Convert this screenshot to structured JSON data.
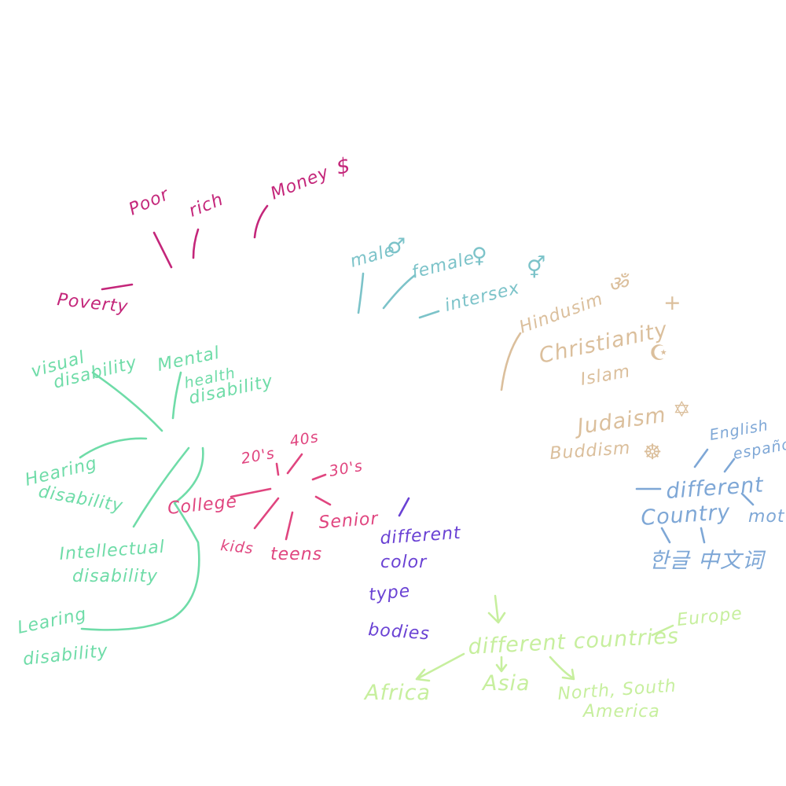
{
  "colors": {
    "money": "#c4267a",
    "disability": "#6fdca8",
    "age": "#e0457f",
    "gender": "#7cc3c9",
    "religion": "#dbbf9c",
    "language": "#7ea7d6",
    "body": "#6a42d4",
    "region": "#c7ef9e"
  },
  "money": {
    "poor": "Poor",
    "rich": "rich",
    "money": "Money",
    "money_symbol": "$",
    "poverty": "Poverty"
  },
  "disability": {
    "visual": [
      "visual",
      "disability"
    ],
    "mental": [
      "Mental",
      "health",
      "disability"
    ],
    "hearing": [
      "Hearing",
      "disability"
    ],
    "intellectual": [
      "Intellectual",
      "disability"
    ],
    "learning": [
      "Learing",
      "disability"
    ]
  },
  "age": {
    "s20": "20's",
    "s40": "40s",
    "s30": "30's",
    "college": "College",
    "kids": "kids",
    "teens": "teens",
    "senior": "Senior"
  },
  "gender": {
    "male": "male",
    "female": "female",
    "intersex": "intersex",
    "male_symbol": "♂",
    "female_symbol": "♀",
    "intersex_symbol": "⚥"
  },
  "religion": {
    "hinduism": "Hindusim",
    "christianity": "Christianity",
    "islam": "Islam",
    "judaism": "Judaism",
    "buddhism": "Buddism",
    "om_symbol": "ॐ",
    "cross_symbol": "+",
    "crescent_symbol": "☪",
    "star_symbol": "✡",
    "wheel_symbol": "☸"
  },
  "language": {
    "english": "English",
    "espanol": "español",
    "different": "different",
    "country": "Country",
    "mot": "mot",
    "korean": "한글",
    "chinese": "中文词"
  },
  "body": {
    "lines": [
      "different",
      "color",
      "type",
      "bodies"
    ]
  },
  "region": {
    "different_countries": "different countries",
    "europe": "Europe",
    "africa": "Africa",
    "asia": "Asia",
    "americas": [
      "North, South",
      "America"
    ]
  }
}
